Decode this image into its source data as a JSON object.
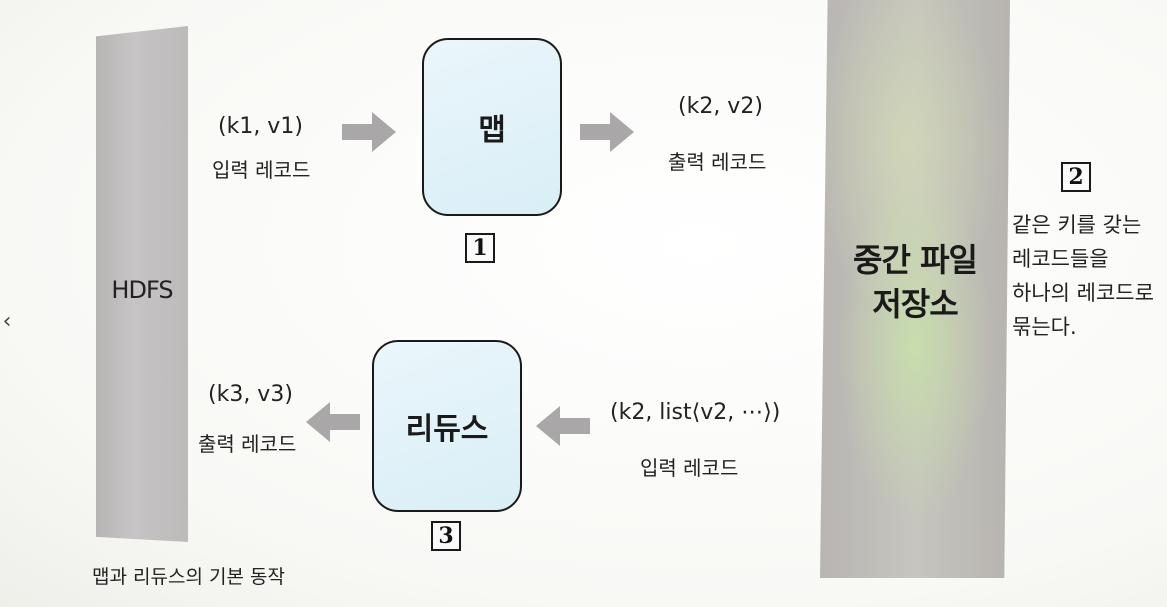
{
  "hdfs": {
    "label": "HDFS"
  },
  "storage": {
    "line1": "중간 파일",
    "line2": "저장소"
  },
  "map": {
    "label": "맵",
    "step": "1",
    "input_kv": "(k1, v1)",
    "input_label": "입력 레코드",
    "output_kv": "(k2, v2)",
    "output_label": "출력 레코드"
  },
  "reduce": {
    "label": "리듀스",
    "step": "3",
    "input_kv": "(k2, list⟨v2, ⋯⟩)",
    "input_label": "입력 레코드",
    "output_kv": "(k3, v3)",
    "output_label": "출력 레코드"
  },
  "shuffle": {
    "step": "2",
    "lines": [
      "같은 키를 갖는",
      "레코드들을",
      "하나의 레코드로",
      "묶는다."
    ]
  },
  "caption": "맵과 리듀스의 기본 동작",
  "nav": {
    "prev": "‹"
  },
  "colors": {
    "box_fill": "#d9eef6",
    "arrow": "#a9a7a7",
    "column": "#bdbaba"
  }
}
